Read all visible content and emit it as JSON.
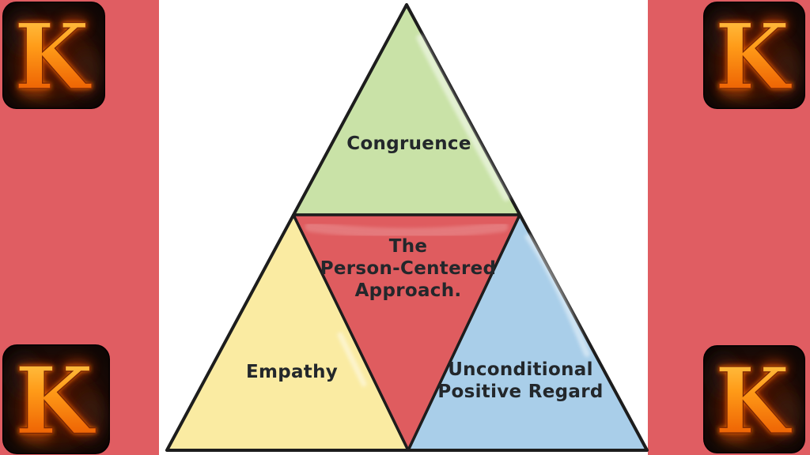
{
  "colors": {
    "side_bar": "#e05d62",
    "panel": "#ffffff",
    "outline": "#1d1d1d",
    "text": "#23272b"
  },
  "diagram": {
    "sections": {
      "top": {
        "label": "Congruence",
        "color": "#c9e2a7"
      },
      "center": {
        "lines": [
          "The",
          "Person-Centered",
          "Approach."
        ],
        "color": "#df5c5f"
      },
      "bottom_left": {
        "label": "Empathy",
        "color": "#faeba2"
      },
      "bottom_right": {
        "lines": [
          "Unconditional",
          "Positive Regard"
        ],
        "color": "#a9cee9"
      }
    }
  },
  "logo": {
    "letter": "K"
  }
}
